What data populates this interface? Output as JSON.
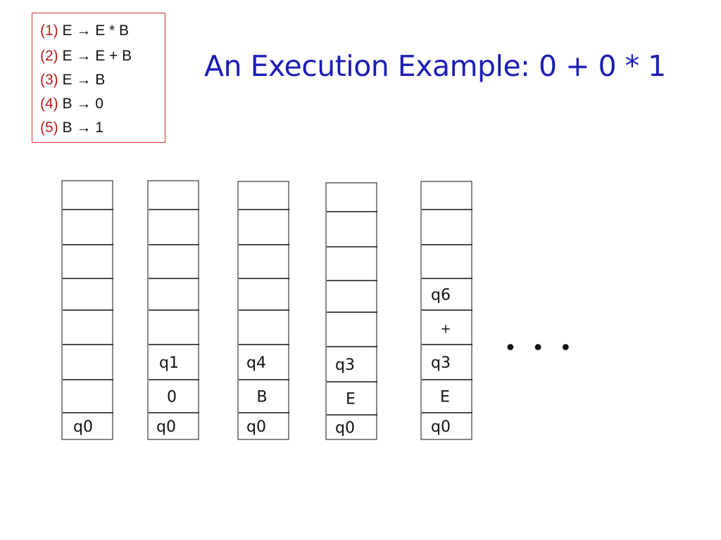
{
  "title": "An Execution Example: 0 + 0 * 1",
  "grammar_rules": [
    {
      "num": "(1)",
      "text": "E → E * B"
    },
    {
      "num": "(2)",
      "text": "E → E + B"
    },
    {
      "num": "(3)",
      "text": "E → B"
    },
    {
      "num": "(4)",
      "text": "B → 0"
    },
    {
      "num": "(5)",
      "text": "B → 1"
    }
  ],
  "stacks": [
    {
      "cells": [
        "",
        "",
        "",
        "",
        "",
        "",
        "",
        "q0"
      ]
    },
    {
      "cells": [
        "",
        "",
        "",
        "",
        "",
        "q1",
        "0",
        "q0"
      ]
    },
    {
      "cells": [
        "",
        "",
        "",
        "",
        "",
        "q4",
        "B",
        "q0"
      ]
    },
    {
      "cells": [
        "",
        "",
        "",
        "",
        "",
        "q3",
        "E",
        "q0"
      ]
    },
    {
      "cells": [
        "",
        "",
        "",
        "q6",
        "+",
        "q3",
        "E",
        "q0"
      ]
    }
  ],
  "ellipsis": "• • •",
  "colors": {
    "title": "#1c1cb8",
    "rule_number": "#c0161c",
    "box_border": "#d23030"
  }
}
